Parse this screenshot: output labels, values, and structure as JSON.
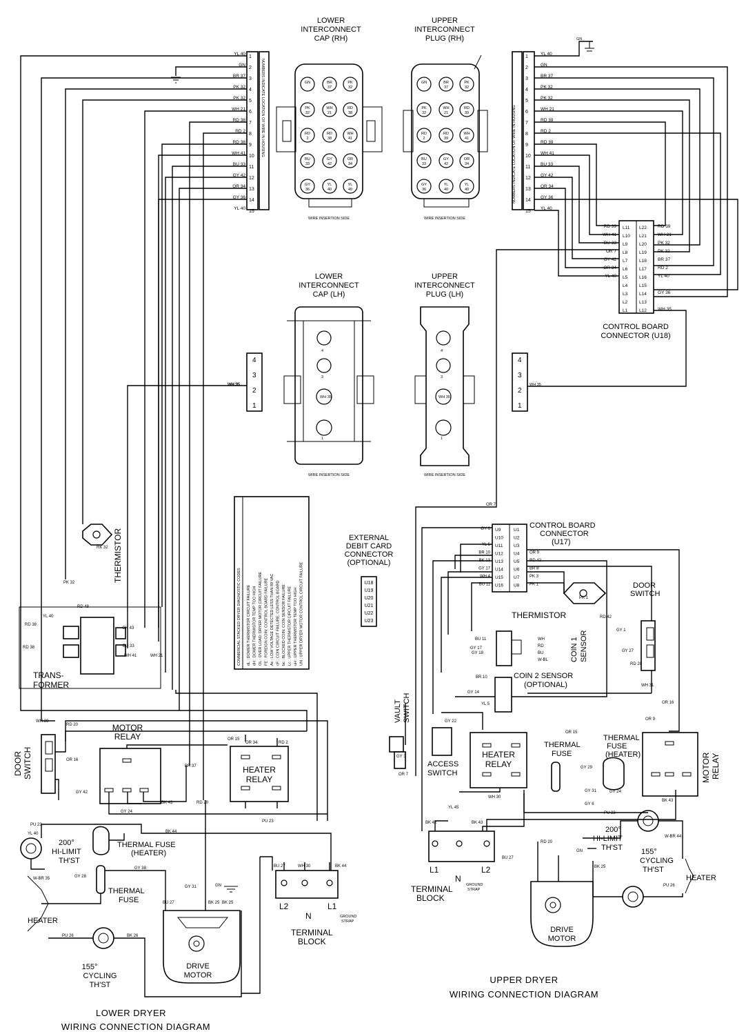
{
  "connectors": {
    "lower_rh_title": [
      "LOWER",
      "INTERCONNECT",
      "CAP (RH)"
    ],
    "upper_rh_title": [
      "UPPER",
      "INTERCONNECT",
      "PLUG (RH)"
    ],
    "lower_lh_title": [
      "LOWER",
      "INTERCONNECT",
      "CAP (LH)"
    ],
    "upper_lh_title": [
      "UPPER",
      "INTERCONNECT",
      "PLUG (LH)"
    ],
    "wire_insertion_side": "WIRE INSERTION SIDE",
    "housing_note": "NUMBERS INDICATE LOCATION OF WIRE IN HOUSING"
  },
  "left_housing": {
    "wires": [
      "YL 40",
      "GN",
      "BR 37",
      "PK 32",
      "PK 32",
      "WH 21",
      "RD 38",
      "RD 2",
      "RD 38",
      "WH 41",
      "BU 33",
      "GY 42",
      "OR 34",
      "GY 36",
      "YL 40"
    ],
    "pins": [
      "1",
      "2",
      "3",
      "4",
      "5",
      "6",
      "7",
      "8",
      "9",
      "10",
      "11",
      "12",
      "13",
      "14",
      "15"
    ]
  },
  "right_housing": {
    "wires": [
      "YL 40",
      "GN",
      "BR 37",
      "PK 32",
      "PK 32",
      "WH 21",
      "RD 39",
      "RD 2",
      "RD 39",
      "WH 41",
      "BU 33",
      "GY 42",
      "OR 34",
      "GY 36",
      "YL 40"
    ],
    "pins": [
      "1",
      "2",
      "3",
      "4",
      "5",
      "6",
      "7",
      "8",
      "9",
      "10",
      "11",
      "12",
      "13",
      "14",
      "15"
    ]
  },
  "cap_rh_pins": [
    "GN",
    "BR 37",
    "PK 32",
    "PK 32",
    "WH 21",
    "RD 38",
    "RD 2",
    "RD 38",
    "WH 41",
    "BU 33",
    "GY 42",
    "OR 34",
    "GY 36",
    "YL 40",
    "YL 40"
  ],
  "plug_rh_pins": [
    "GN",
    "BR 37",
    "PK 32",
    "PK 32",
    "WH 21",
    "RD 39",
    "RD 2",
    "RD 39",
    "WH 41",
    "BU 33",
    "GY 42",
    "OR 34",
    "GY 36",
    "YL 40",
    "YL 40"
  ],
  "u18": {
    "title": [
      "CONTROL BOARD",
      "CONNECTOR (U18)"
    ],
    "left_pins": [
      "L11",
      "L10",
      "L9",
      "L8",
      "L7",
      "L6",
      "L5",
      "L4",
      "L3",
      "L2",
      "L1"
    ],
    "right_pins": [
      "L22",
      "L21",
      "L20",
      "L19",
      "L18",
      "L17",
      "L16",
      "L15",
      "L14",
      "L13",
      "L12"
    ],
    "left_wires": [
      "RD 39",
      "WH 41",
      "BU 33",
      "OR 7",
      "GY 42",
      "OR 34",
      "YL 40",
      "",
      "",
      "",
      ""
    ],
    "right_wires": [
      "RD 39",
      "WH 21",
      "PK 32",
      "PK 32",
      "BR 37",
      "RD 2",
      "YL 40",
      "",
      "GY 36",
      "",
      "WH 35"
    ]
  },
  "small_housing": {
    "pins": [
      "4",
      "3",
      "2",
      "1"
    ],
    "wire": "WH 35"
  },
  "lh_pins": [
    "4",
    "3",
    "WH 35",
    "1"
  ],
  "diagnostic": {
    "title": "COMMERCIAL STACKED DRYER DIAGNOSTIC CODES",
    "codes": [
      "dL : DOWER THERMISTOR CIRCUIT FAILURE",
      "dH : DOWER THERMISTOR TEMP TOO HIGH",
      "OL : OVER LOAD: DRYER MOTOR CIRCUIT FAILURE",
      "FE : FOREIGN COIN: CONTROL BOARD FAILURE",
      "Ac : LOW VOLTAGE DETECTED LESS THAN 89 VAC",
      "cF : COIN CIRCUIT FAILURE: CONTROL BOARD",
      "bc : BLOCKED COIN: COIN SENSOR FAILURE",
      "Lc : UPPER THERMISTOR CIRCUIT FAILURE",
      "uH : UPPER THERMISTOR TEMP TOO HIGH",
      "UN : UPPER DRYER MOTOR CONTROL CIRCUIT FAILURE"
    ]
  },
  "debit": {
    "title": [
      "EXTERNAL",
      "DEBIT CARD",
      "CONNECTOR",
      "(OPTIONAL)"
    ],
    "pins": [
      "U18",
      "U19",
      "U20",
      "U21",
      "U22",
      "U23"
    ]
  },
  "u17": {
    "title": [
      "CONTROL BOARD",
      "CONNECTOR",
      "(U17)"
    ],
    "left_pins": [
      "U9",
      "U10",
      "U11",
      "U12",
      "U13",
      "U14",
      "U15",
      "U16"
    ],
    "right_pins": [
      "U1",
      "U2",
      "U3",
      "U4",
      "U5",
      "U6",
      "U7",
      "U8"
    ],
    "left_wires": [
      "GY 6",
      "",
      "YL 5",
      "BR 10",
      "BK 13",
      "GY 17",
      "WH 4",
      "BU 11"
    ],
    "right_wires": [
      "",
      "",
      "",
      "OR 9",
      "RD 42",
      "BR 8",
      "PK 3",
      "PK 1"
    ]
  },
  "upper_labels": {
    "thermistor": "THERMISTOR",
    "coin1": [
      "COIN 1",
      "SENSOR"
    ],
    "coin2": [
      "COIN 2 SENSOR",
      "(OPTIONAL)"
    ],
    "door_switch": [
      "DOOR",
      "SWITCH"
    ],
    "vault_switch": [
      "VAULT",
      "SWITCH"
    ],
    "access_switch": [
      "ACCESS",
      "SWITCH"
    ],
    "heater_relay": [
      "HEATER",
      "RELAY"
    ],
    "thermal_fuse": [
      "THERMAL",
      "FUSE"
    ],
    "thermal_fuse_heater": [
      "THERMAL",
      "FUSE",
      "(HEATER)"
    ],
    "motor_relay": [
      "MOTOR",
      "RELAY"
    ],
    "hi_limit": [
      "200°",
      "HI-LIMIT",
      "TH'ST"
    ],
    "cycling": [
      "155°",
      "CYCLING",
      "TH'ST"
    ],
    "heater": "HEATER",
    "terminal_block": [
      "TERMINAL",
      "BLOCK"
    ],
    "ground_strap": [
      "GROUND",
      "STRAP"
    ],
    "drive_motor": [
      "DRIVE",
      "MOTOR"
    ],
    "title": [
      "UPPER DRYER",
      "WIRING CONNECTION DIAGRAM"
    ],
    "wire_tags": [
      "OR 7",
      "GY 22",
      "GY 3",
      "OR 7",
      "OR 15",
      "OR 9",
      "WH 30",
      "YL 45",
      "PU 23",
      "BK 42",
      "BK 43",
      "BU 27",
      "RD 20",
      "GN",
      "BK 25",
      "PU 26",
      "GY 29",
      "GY 24",
      "GY 31",
      "GY 6",
      "W-BR 44",
      "OR 16",
      "GY 1",
      "GY 27",
      "RD 20",
      "WH 31",
      "RD 42",
      "PK 1",
      "WH",
      "RD",
      "BU",
      "W-BL",
      "BU 11",
      "GY 17",
      "GY 18",
      "BR 10",
      "GY 14",
      "YL 5",
      "BK 43"
    ]
  },
  "lower_labels": {
    "thermistor": "THERMISTOR",
    "transformer": [
      "TRANS-",
      "FORMER"
    ],
    "door_switch": [
      "DOOR",
      "SWITCH"
    ],
    "motor_relay": [
      "MOTOR",
      "RELAY"
    ],
    "heater_relay": [
      "HEATER",
      "RELAY"
    ],
    "hi_limit": [
      "200°",
      "HI-LIMIT",
      "TH'ST"
    ],
    "thermal_fuse_heater": [
      "THERMAL FUSE",
      "(HEATER)"
    ],
    "thermal_fuse": [
      "THERMAL",
      "FUSE"
    ],
    "heater": "HEATER",
    "cycling": [
      "155°",
      "CYCLING",
      "TH'ST"
    ],
    "drive_motor": [
      "DRIVE",
      "MOTOR"
    ],
    "terminal_block": [
      "TERMINAL",
      "BLOCK"
    ],
    "ground_strap": [
      "GROUND",
      "STRAP"
    ],
    "title": [
      "LOWER DRYER",
      "WIRING CONNECTION DIAGRAM"
    ],
    "wire_tags": [
      "RD 48",
      "YL 40",
      "RD 38",
      "BK 43",
      "BU 33",
      "WH 41",
      "WH 21",
      "RD 38",
      "WH 35",
      "PK 32",
      "RK 32",
      "WH 30",
      "RD 20",
      "OR 16",
      "GY 42",
      "OR 15",
      "OR 34",
      "RD 2",
      "BR 37",
      "GY 24",
      "BK 43",
      "RD 20",
      "PU 23",
      "BK 44",
      "PU 23",
      "GY 38",
      "W-BR 35",
      "GY 28",
      "GY 31",
      "GN",
      "BU 27",
      "BK 25",
      "BU 27",
      "WH 30",
      "BK 44",
      "PU 26",
      "BK 26",
      "YL 40",
      "BK 25"
    ],
    "terminal": [
      "L2",
      "N",
      "L1"
    ]
  },
  "upper_terminal": [
    "L1",
    "N",
    "L2"
  ]
}
